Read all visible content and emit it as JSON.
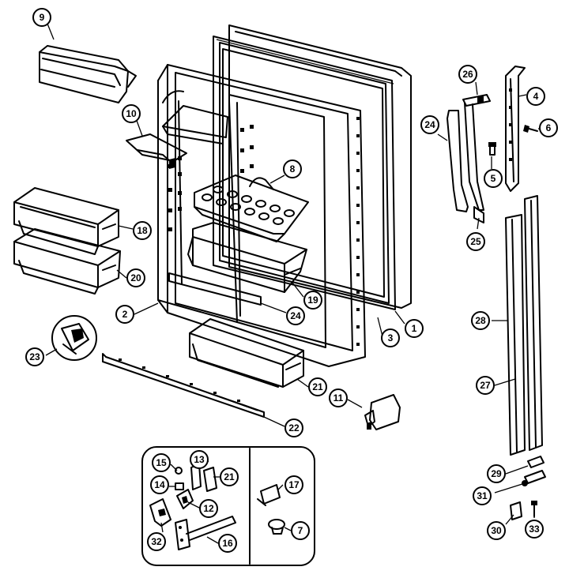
{
  "callouts": [
    {
      "id": "c9",
      "label": "9"
    },
    {
      "id": "c10",
      "label": "10"
    },
    {
      "id": "c8",
      "label": "8"
    },
    {
      "id": "c18",
      "label": "18"
    },
    {
      "id": "c20",
      "label": "20"
    },
    {
      "id": "c2",
      "label": "2"
    },
    {
      "id": "c19",
      "label": "19"
    },
    {
      "id": "c24a",
      "label": "24"
    },
    {
      "id": "c3",
      "label": "3"
    },
    {
      "id": "c1",
      "label": "1"
    },
    {
      "id": "c23",
      "label": "23"
    },
    {
      "id": "c21a",
      "label": "21"
    },
    {
      "id": "c22",
      "label": "22"
    },
    {
      "id": "c11",
      "label": "11"
    },
    {
      "id": "c26",
      "label": "26"
    },
    {
      "id": "c4",
      "label": "4"
    },
    {
      "id": "c24b",
      "label": "24"
    },
    {
      "id": "c6",
      "label": "6"
    },
    {
      "id": "c5",
      "label": "5"
    },
    {
      "id": "c25",
      "label": "25"
    },
    {
      "id": "c28",
      "label": "28"
    },
    {
      "id": "c27",
      "label": "27"
    },
    {
      "id": "c29",
      "label": "29"
    },
    {
      "id": "c31",
      "label": "31"
    },
    {
      "id": "c30",
      "label": "30"
    },
    {
      "id": "c33",
      "label": "33"
    },
    {
      "id": "c15",
      "label": "15"
    },
    {
      "id": "c13",
      "label": "13"
    },
    {
      "id": "c21b",
      "label": "21"
    },
    {
      "id": "c14",
      "label": "14"
    },
    {
      "id": "c12",
      "label": "12"
    },
    {
      "id": "c32",
      "label": "32"
    },
    {
      "id": "c16",
      "label": "16"
    },
    {
      "id": "c17",
      "label": "17"
    },
    {
      "id": "c7",
      "label": "7"
    }
  ]
}
